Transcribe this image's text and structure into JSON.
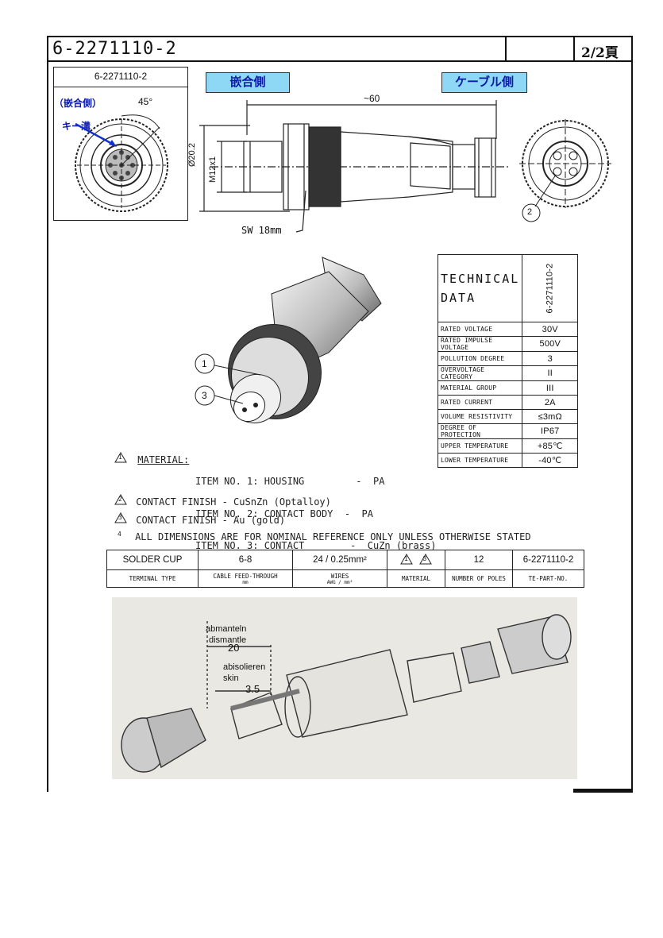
{
  "header": {
    "doc_number": "6-2271110-2",
    "page": "2/2頁"
  },
  "drawing": {
    "end_view_part_no": "6-2271110-2",
    "mating_side_paren": "（嵌合側）",
    "key_groove": "キー溝",
    "angle": "45°",
    "mating_side": "嵌合側",
    "cable_side": "ケーブル側",
    "length_dim": "~60",
    "diameter_dim": "Ø20.2",
    "thread_dim": "M12x1",
    "wrench_size": "SW 18mm",
    "callout_2": "2"
  },
  "technical_data": {
    "heading_line1": "TECHNICAL",
    "heading_line2": "DATA",
    "part_no": "6-2271110-2",
    "rows": [
      {
        "label": "RATED VOLTAGE",
        "value": "30V"
      },
      {
        "label": "RATED IMPULSE VOLTAGE",
        "value": "500V"
      },
      {
        "label": "POLLUTION DEGREE",
        "value": "3"
      },
      {
        "label": "OVERVOLTAGE CATEGORY",
        "value": "II"
      },
      {
        "label": "MATERIAL GROUP",
        "value": "III"
      },
      {
        "label": "RATED CURRENT",
        "value": "2A"
      },
      {
        "label": "VOLUME RESISTIVITY",
        "value": "≤3mΩ"
      },
      {
        "label": "DEGREE OF PROTECTION",
        "value": "IP67"
      },
      {
        "label": "UPPER TEMPERATURE",
        "value": "+85℃"
      },
      {
        "label": "LOWER TEMPERATURE",
        "value": "-40℃"
      }
    ]
  },
  "callouts": {
    "c1": "1",
    "c3": "3"
  },
  "notes": {
    "n1_mark": "1",
    "n1_label": "MATERIAL:",
    "n1_item1": "ITEM NO. 1: HOUSING         -  PA",
    "n1_item2": "ITEM NO. 2: CONTACT BODY  -  PA",
    "n1_item3": "ITEM NO. 3: CONTACT        -  CuZn (brass)",
    "n2_mark": "2",
    "n2_text": "CONTACT FINISH - CuSnZn (Optalloy)",
    "n3_mark": "3",
    "n3_text": "CONTACT FINISH - Au (gold)",
    "n4_mark": "4",
    "n4_text": "ALL DIMENSIONS ARE FOR NOMINAL REFERENCE ONLY UNLESS OTHERWISE STATED"
  },
  "spec_table": {
    "values": [
      "SOLDER CUP",
      "6-8",
      "24 / 0.25mm²",
      "",
      "12",
      "6-2271110-2"
    ],
    "material_marks": [
      "1",
      "3"
    ],
    "labels": [
      "TERMINAL TYPE",
      "CABLE FEED-THROUGH",
      "WIRES",
      "MATERIAL",
      "NUMBER OF POLES",
      "TE-PART-NO."
    ],
    "sublabels": [
      "mm",
      "AWG / mm²"
    ]
  },
  "photo": {
    "abmanteln": "abmanteln",
    "dismantle": "dismantle",
    "dim20": "20",
    "abisolieren": "abisolieren",
    "skin": "skin",
    "dim35": "3.5"
  },
  "colors": {
    "label_box": "#8fd8f5",
    "label_text": "#0a1aa8",
    "arrow": "#1030d0"
  }
}
